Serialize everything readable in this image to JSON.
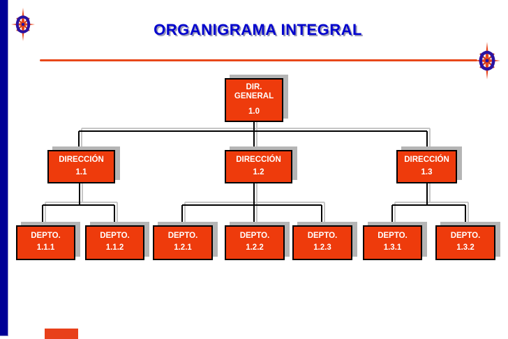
{
  "slide": {
    "title": "ORGANIGRAMA INTEGRAL",
    "colors": {
      "title_blue": "#0203CE",
      "accent_red": "#E8481A",
      "sidebar_blue": "#000096",
      "node_fill": "#EE3B0C",
      "node_border": "#000000",
      "node_text": "#FFFFFF",
      "shadow_gray": "#B5B5B5",
      "connector_black": "#000000",
      "connector_shadow": "#C6C6C6"
    },
    "icons": [
      {
        "name": "compass-rose-icon",
        "position": "top-left"
      },
      {
        "name": "compass-rose-icon",
        "position": "right-of-rule"
      }
    ]
  },
  "org": {
    "root": {
      "line1": "DIR.",
      "line2": "GENERAL",
      "code": "1.0"
    },
    "level2": [
      {
        "label": "DIRECCIÓN",
        "code": "1.1"
      },
      {
        "label": "DIRECCIÓN",
        "code": "1.2"
      },
      {
        "label": "DIRECCIÓN",
        "code": "1.3"
      }
    ],
    "level3": [
      {
        "label": "DEPTO.",
        "code": "1.1.1"
      },
      {
        "label": "DEPTO.",
        "code": "1.1.2"
      },
      {
        "label": "DEPTO.",
        "code": "1.2.1"
      },
      {
        "label": "DEPTO.",
        "code": "1.2.2"
      },
      {
        "label": "DEPTO.",
        "code": "1.2.3"
      },
      {
        "label": "DEPTO.",
        "code": "1.3.1"
      },
      {
        "label": "DEPTO.",
        "code": "1.3.2"
      }
    ]
  }
}
